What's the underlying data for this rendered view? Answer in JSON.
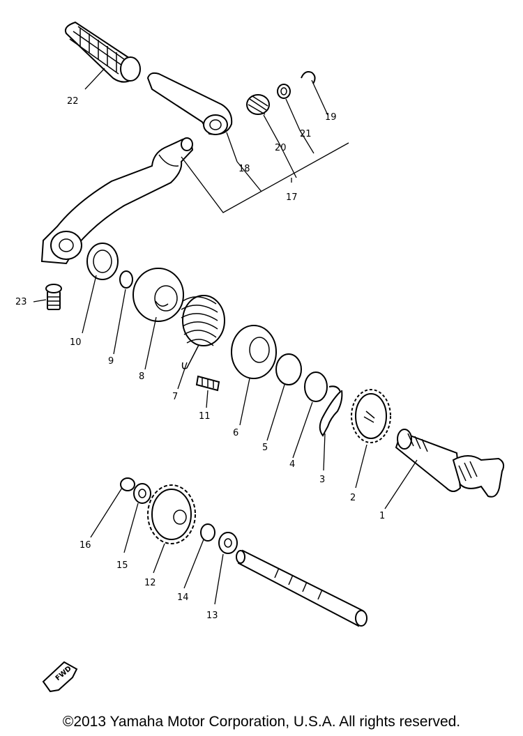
{
  "copyright": "©2013 Yamaha Motor Corporation, U.S.A. All rights reserved.",
  "fwd_label": "FWD",
  "callouts": [
    "1",
    "2",
    "3",
    "4",
    "5",
    "6",
    "7",
    "8",
    "9",
    "10",
    "11",
    "12",
    "13",
    "14",
    "15",
    "16",
    "17",
    "18",
    "19",
    "20",
    "21",
    "22",
    "23"
  ]
}
